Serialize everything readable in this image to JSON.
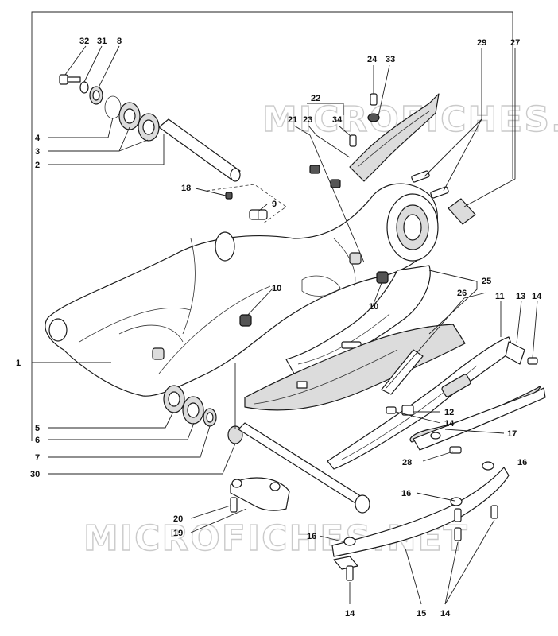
{
  "watermark": {
    "top": "MICROFICHES.NET",
    "bottom": "MICROFICHES.NET"
  },
  "callouts": {
    "c32": "32",
    "c31": "31",
    "c8": "8",
    "c24": "24",
    "c33": "33",
    "c29": "29",
    "c27": "27",
    "c22": "22",
    "c21": "21",
    "c23": "23",
    "c34": "34",
    "c4": "4",
    "c3": "3",
    "c2": "2",
    "c18": "18",
    "c9": "9",
    "c10a": "10",
    "c10b": "10",
    "c25": "25",
    "c26": "26",
    "c11": "11",
    "c13": "13",
    "c14a": "14",
    "c1": "1",
    "c12": "12",
    "c14b": "14",
    "c5": "5",
    "c6": "6",
    "c17": "17",
    "c7": "7",
    "c28": "28",
    "c16a": "16",
    "c30": "30",
    "c16b": "16",
    "c20": "20",
    "c19": "19",
    "c16c": "16",
    "c14c": "14",
    "c15": "15",
    "c14d": "14"
  }
}
